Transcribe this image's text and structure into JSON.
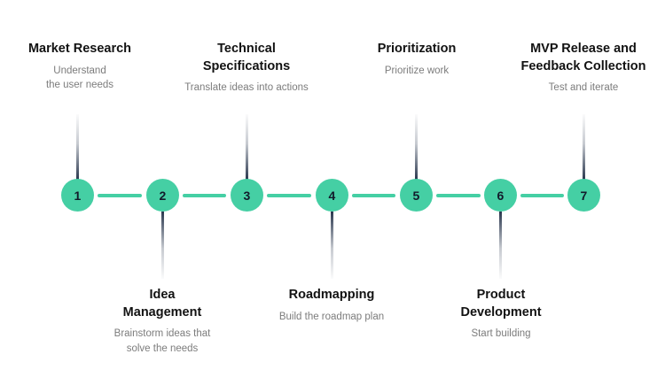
{
  "diagram": {
    "type": "horizontal-process-timeline",
    "background_color": "#ffffff",
    "node_color": "#45CFA4",
    "node_text_color": "#121B2B",
    "connector_color": "#45CFA4",
    "stem_color": "#1e2c44",
    "title_color": "#121212",
    "description_color": "#7c7c7c",
    "steps": [
      {
        "number": "1",
        "title": "Market Research",
        "description": "Understand\nthe user needs",
        "position": "above"
      },
      {
        "number": "2",
        "title": "Idea\nManagement",
        "description": "Brainstorm ideas that\nsolve the needs",
        "position": "below"
      },
      {
        "number": "3",
        "title": "Technical\nSpecifications",
        "description": "Translate ideas into actions",
        "position": "above"
      },
      {
        "number": "4",
        "title": "Roadmapping",
        "description": "Build the roadmap plan",
        "position": "below"
      },
      {
        "number": "5",
        "title": "Prioritization",
        "description": "Prioritize work",
        "position": "above"
      },
      {
        "number": "6",
        "title": "Product\nDevelopment",
        "description": "Start building",
        "position": "below"
      },
      {
        "number": "7",
        "title": "MVP Release and\nFeedback Collection",
        "description": "Test and iterate",
        "position": "above"
      }
    ]
  }
}
